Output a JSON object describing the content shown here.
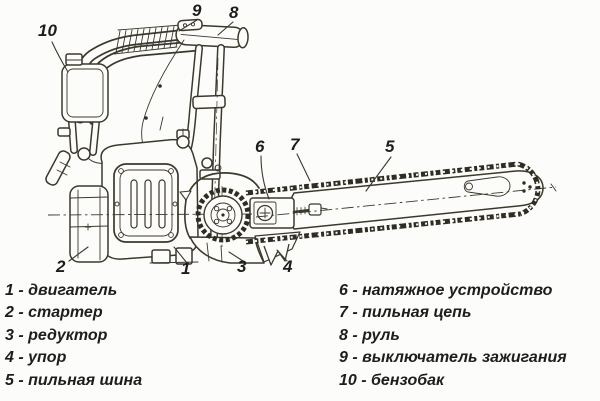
{
  "legend": {
    "left": [
      "1 - двигатель",
      "2 - стартер",
      "3 - редуктор",
      "4 - упор",
      "5 - пильная шина"
    ],
    "right": [
      "6 - натяжное устройство",
      "7 - пильная цепь",
      "8 - руль",
      "9 - выключатель зажигания",
      "10 - бензобак"
    ]
  },
  "callouts": [
    "1",
    "2",
    "3",
    "4",
    "5",
    "6",
    "7",
    "8",
    "9",
    "10"
  ],
  "colors": {
    "line": "#3b382c",
    "chain": "#2f2c23",
    "text": "#1d1d1d",
    "background": "#fcfcfa"
  }
}
